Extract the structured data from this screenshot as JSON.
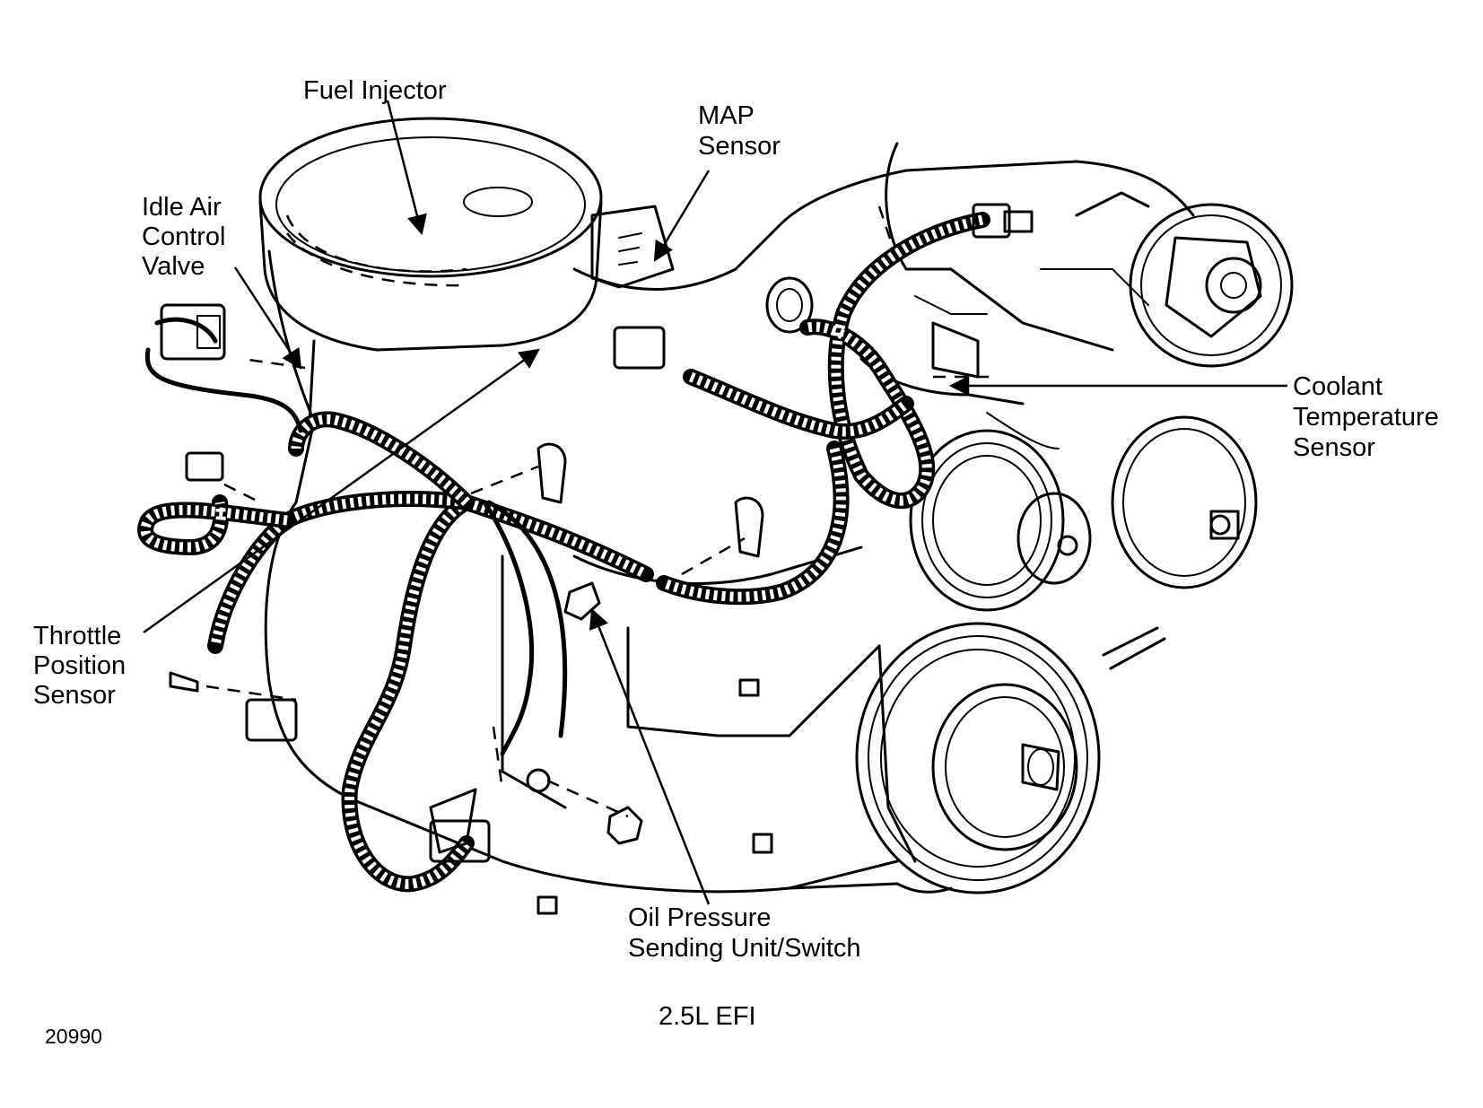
{
  "labels": {
    "fuel_injector": "Fuel Injector",
    "map_sensor": [
      "MAP",
      "Sensor"
    ],
    "idle_air_control_valve": [
      "Idle Air",
      "Control",
      "Valve"
    ],
    "coolant_temperature_sensor": [
      "Coolant",
      "Temperature",
      "Sensor"
    ],
    "throttle_position_sensor": [
      "Throttle",
      "Position",
      "Sensor"
    ],
    "oil_pressure_sending_unit": [
      "Oil Pressure",
      "Sending Unit/Switch"
    ]
  },
  "caption": "2.5L EFI",
  "figure_number": "20990",
  "colors": {
    "ink": "#000000",
    "paper": "#ffffff"
  }
}
